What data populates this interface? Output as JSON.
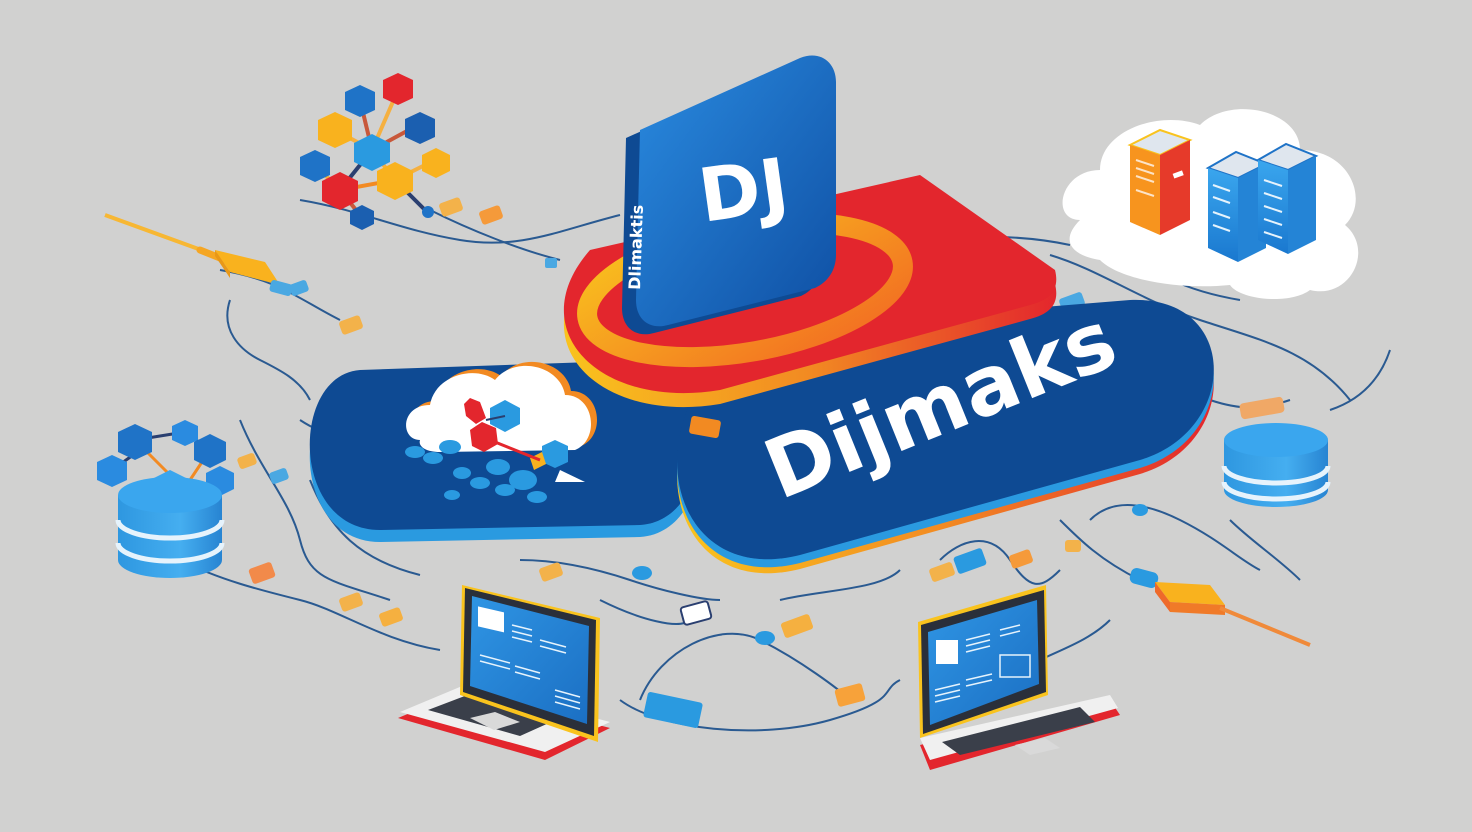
{
  "scene": {
    "background": "#d1d1d0",
    "brand": {
      "wordmark": "Dijmaks",
      "tile_monogram": "DJ",
      "tile_side_text": "Dlimaktis"
    },
    "colors": {
      "navy": "#0e4a93",
      "blue": "#1f73c7",
      "sky": "#2a9ae0",
      "red": "#e3262d",
      "orange": "#f28a22",
      "yellow": "#f9c31e",
      "white": "#ffffff",
      "wire": "#2a5a91"
    },
    "elements": [
      {
        "name": "app-tile",
        "label": "DJ app tile"
      },
      {
        "name": "red-platform",
        "label": "Red base platform"
      },
      {
        "name": "wordmark-platform",
        "label": "Dijmaks wordmark platform"
      },
      {
        "name": "cloud-platform",
        "label": "Cloud network platform"
      },
      {
        "name": "cloud-servers",
        "label": "Cloud with server racks"
      },
      {
        "name": "hex-network",
        "label": "Hexagon molecule network"
      },
      {
        "name": "database-left",
        "label": "Database with hex nodes"
      },
      {
        "name": "database-right",
        "label": "Database cylinder"
      },
      {
        "name": "laptop-left",
        "label": "Laptop"
      },
      {
        "name": "laptop-right",
        "label": "Laptop"
      },
      {
        "name": "cable-left",
        "label": "Yellow connector cable"
      },
      {
        "name": "cable-right",
        "label": "Orange connector cable"
      }
    ]
  }
}
